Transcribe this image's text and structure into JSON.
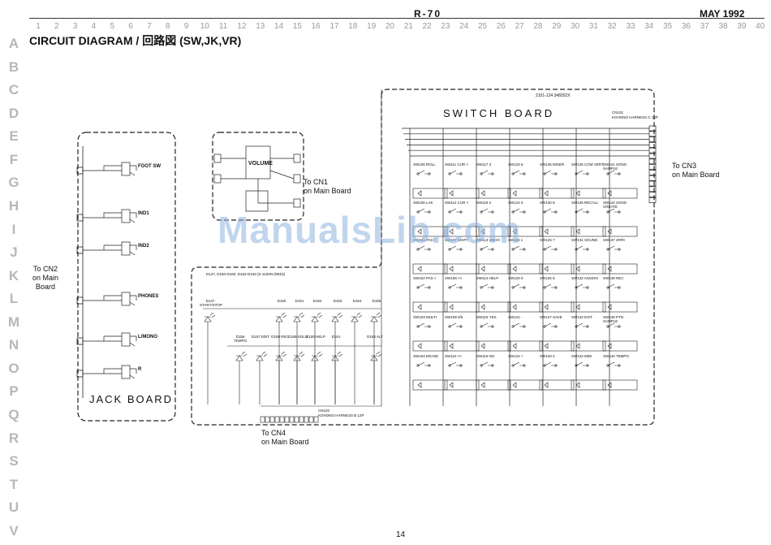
{
  "header": {
    "model": "R-70",
    "date": "MAY 1992",
    "title": "CIRCUIT DIAGRAM / 回路図 (SW,JK,VR)",
    "page_number": "14"
  },
  "column_numbers": [
    "1",
    "2",
    "3",
    "4",
    "5",
    "6",
    "7",
    "8",
    "9",
    "10",
    "11",
    "12",
    "13",
    "14",
    "15",
    "16",
    "17",
    "18",
    "19",
    "20",
    "21",
    "22",
    "23",
    "24",
    "25",
    "26",
    "27",
    "28",
    "29",
    "30",
    "31",
    "32",
    "33",
    "34",
    "35",
    "36",
    "37",
    "38",
    "39",
    "40"
  ],
  "row_letters": [
    "A",
    "B",
    "C",
    "D",
    "E",
    "F",
    "G",
    "H",
    "I",
    "J",
    "K",
    "L",
    "M",
    "N",
    "O",
    "P",
    "Q",
    "R",
    "S",
    "T",
    "U",
    "V"
  ],
  "boards": {
    "jack_board": "JACK BOARD",
    "switch_board": "SWITCH BOARD",
    "switch_board_part": "2101-124 348202X",
    "jack_parts": [
      "FOOT SW",
      "IND1",
      "IND2",
      "PHONES",
      "L/MONO",
      "R"
    ],
    "volume": "VOLUME",
    "cn1_label": "To CN1\non Main Board",
    "cn2_label": "To CN2\non Main\nBoard",
    "cn3_label": "To CN3\non Main Board",
    "cn4_label": "To CN4\non Main Board",
    "cn101": "CN101\nKOHONO HARNESS C 14P",
    "cn102": "CN102\nKOHONO HARNESS B 12P",
    "led_note": "D147, D150-D160, D162-D163 (S-1100N (RED))"
  },
  "led_row1": [
    "D147 START/STOP",
    "D150",
    "D151",
    "D152",
    "D153",
    "D154",
    "D155"
  ],
  "led_row2": [
    "D156 TEMPO",
    "D157 EDIT",
    "D158 REC",
    "D159 SOLO",
    "D160 HELP",
    "D161 ",
    "D163 ALT"
  ],
  "switch_grid": [
    [
      "SW105 ROLL",
      "SW111 CUR >",
      "SW117 3",
      "SW123 6",
      "SW126 MIXER",
      "SW135 COM VERT",
      "SW141 SONG SAMPLE"
    ],
    [
      "SW106 LAK",
      "SW112 CUR <",
      "SW118 2",
      "SW124 5",
      "SW130 8",
      "SW136 RECALL",
      "SW142 SONG CREATE"
    ],
    [
      "SW101 PAS >",
      "SW107 SHIFT",
      "SW113 UNDO",
      "SW119 1",
      "SW125 7",
      "SW131 SOUND",
      "SW137 4R#0"
    ],
    [
      "SW102 PAS <",
      "SW108 >>",
      "SW114 HELP",
      "SW120 0",
      "SW126 9",
      "SW132 ASSIGN",
      "SW138 REC"
    ],
    [
      "SW103 MULTI",
      "SW109 0/5",
      "SW115 YES",
      "SW121 -",
      "SW127 SAVE",
      "SW133 EXIT",
      "SW139 PTN SAMPLE"
    ],
    [
      "SW104 ERASE",
      "SW110 <<",
      "SW116 NO",
      "SW122 +",
      "SW128 4",
      "SW134 MIDI",
      "SW140 TEMPO"
    ]
  ],
  "watermark": "ManualsLib.com"
}
